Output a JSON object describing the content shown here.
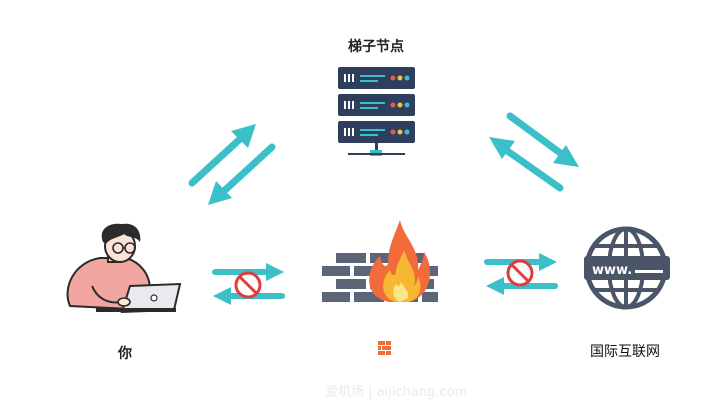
{
  "labels": {
    "ladder_node": "梯子节点",
    "you": "你",
    "internet": "国际互联网",
    "watermark": "爱机场 | aijichang.com"
  },
  "icons": {
    "server": "server-rack-icon",
    "person": "person-with-laptop-icon",
    "firewall": "firewall-icon",
    "firewall_small": "brick-icon",
    "globe": "globe-www-icon",
    "blocked": "no-entry-icon",
    "arrows": "bidirectional-arrows-icon"
  },
  "colors": {
    "arrow": "#3bbfc8",
    "server": "#2d3f5c",
    "wall": "#5b6577",
    "fire": "#f26b3a",
    "blocked": "#e23b3b",
    "globe": "#4b5568",
    "skin": "#f1a7a0"
  }
}
